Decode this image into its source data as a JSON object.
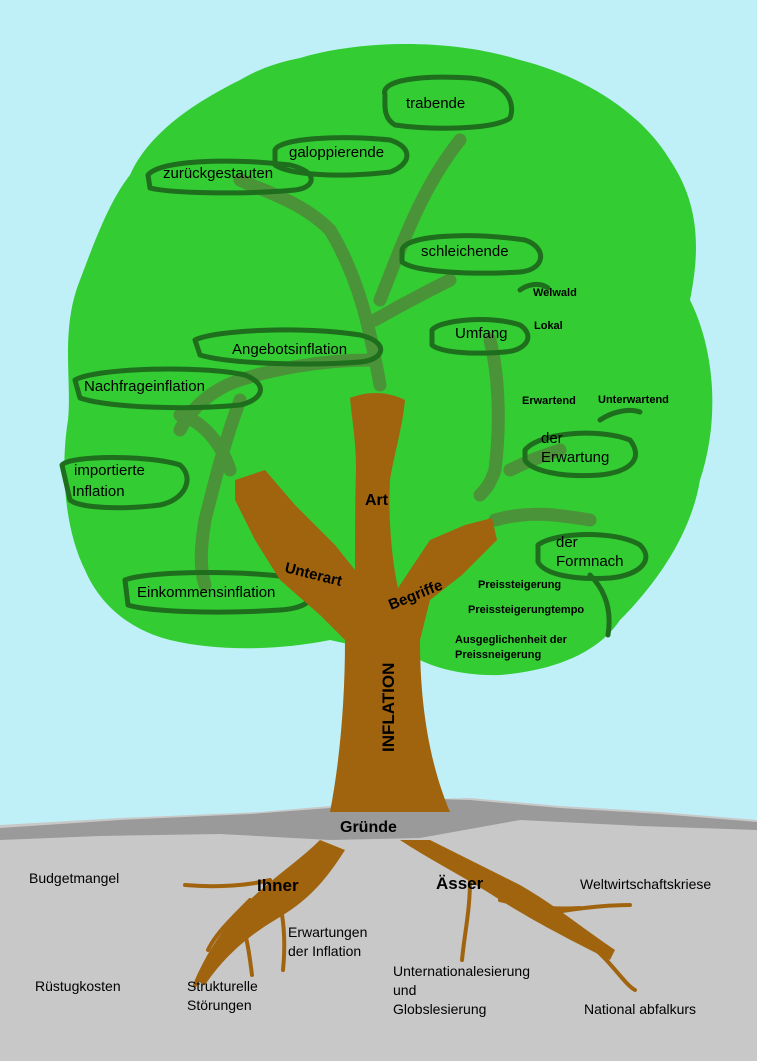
{
  "colors": {
    "sky": "#bff0f8",
    "foliage": "#33cc33",
    "branch_outline": "#1e6e1e",
    "trunk": "#a0640f",
    "ground": "#c8c8c8",
    "soil": "#9a9a9a"
  },
  "trunk": {
    "title": "INFLATION",
    "branch_art": "Art",
    "branch_unterart": "Unterart",
    "branch_begriffe": "Begriffe",
    "base": "Gründe"
  },
  "art": {
    "trabende": "trabende",
    "galoppierende": "galoppierende",
    "zurueckgestauten": "zurückgestauten",
    "schleichende": "schleichende"
  },
  "unterart": {
    "angebotsinflation": "Angebotsinflation",
    "nachfrageinflation": "Nachfrageinflation",
    "importierte_line1": "importierte",
    "importierte_line2": "Inflation",
    "einkommensinflation": "Einkommensinflation"
  },
  "begriffe": {
    "umfang": "Umfang",
    "welwald": "Welwald",
    "lokal": "Lokal",
    "erwartend": "Erwartend",
    "unterwartend": "Unterwartend",
    "der_erwartung_line1": "der",
    "der_erwartung_line2": "Erwartung",
    "formnach_line1": "der",
    "formnach_line2": "Formnach",
    "preissteigerung": "Preissteigerung",
    "preissteigerungtempo": "Preissteigerungtempo",
    "ausgeglichenheit_line1": "Ausgeglichenheit der",
    "ausgeglichenheit_line2": "Preissneigerung"
  },
  "roots": {
    "ihner": "Ihner",
    "asser": "Ässer",
    "budgetmangel": "Budgetmangel",
    "ruestungkosten": "Rüstugkosten",
    "strukturelle_line1": "Strukturelle",
    "strukturelle_line2": "Störungen",
    "erwartungen_line1": "Erwartungen",
    "erwartungen_line2": "der Inflation",
    "weltwirtschaftskriese": "Weltwirtschaftskriese",
    "internationalisierung_line1": "Unternationalesierung",
    "internationalisierung_line2": "und",
    "internationalisierung_line3": "Globslesierung",
    "national_abfalkurs": "National abfalkurs"
  }
}
